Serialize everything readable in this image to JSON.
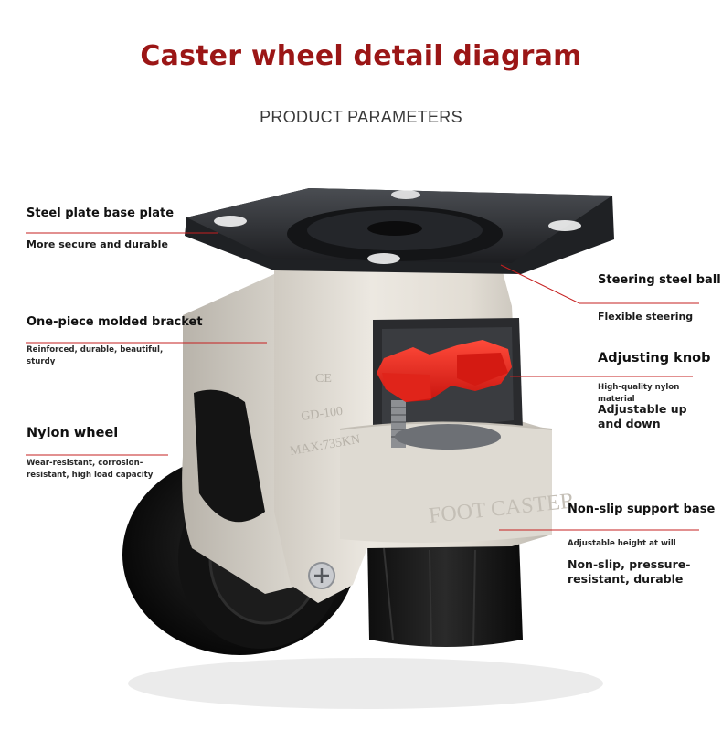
{
  "title": "Caster wheel detail diagram",
  "subtitle": "PRODUCT PARAMETERS",
  "product_markings": {
    "ce": "CE",
    "model": "GD-100",
    "max_load": "MAX:735KN",
    "brand": "FOOT CASTER"
  },
  "callouts": {
    "steel_plate": {
      "title": "Steel plate base plate",
      "desc": "More secure and durable"
    },
    "bracket": {
      "title": "One-piece molded bracket",
      "desc": "Reinforced, durable, beautiful, sturdy"
    },
    "nylon_wheel": {
      "title": "Nylon wheel",
      "desc": "Wear-resistant, corrosion-resistant, high load capacity"
    },
    "steering_ball": {
      "title": "Steering steel ball",
      "desc": "Flexible steering"
    },
    "adjusting_knob": {
      "title": "Adjusting knob",
      "desc1": "High-quality nylon material",
      "desc2": "Adjustable up and down"
    },
    "support_base": {
      "title": "Non-slip support base",
      "desc1": "Adjustable height at will",
      "desc2": "Non-slip, pressure-resistant, durable"
    }
  },
  "colors": {
    "title": "#9b1616",
    "accent_line": "#c62020",
    "bracket": "#e8e4dc",
    "plate": "#2e3033",
    "wheel": "#151515",
    "knob": "#e8201a"
  }
}
